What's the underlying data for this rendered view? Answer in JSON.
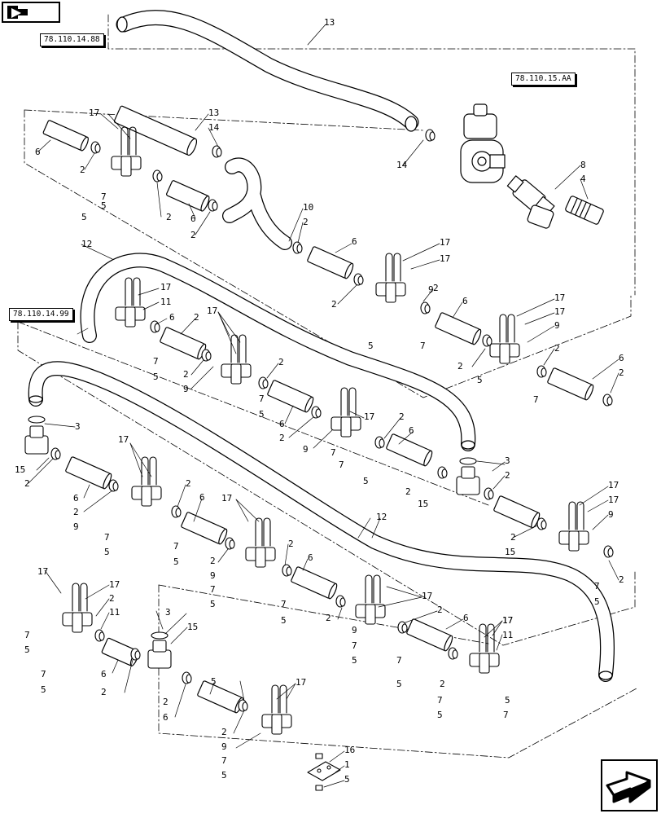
{
  "toolbar": {
    "back_icon": "return-arrow-icon",
    "next_icon": "next-page-arrow-icon"
  },
  "references": {
    "top_left": "78.110.14.88",
    "valve": "78.110.15.AA",
    "left": "78.110.14.99"
  },
  "callouts": [
    "1",
    "2",
    "3",
    "4",
    "5",
    "6",
    "7",
    "8",
    "9",
    "10",
    "11",
    "12",
    "13",
    "14",
    "15",
    "16",
    "17"
  ]
}
